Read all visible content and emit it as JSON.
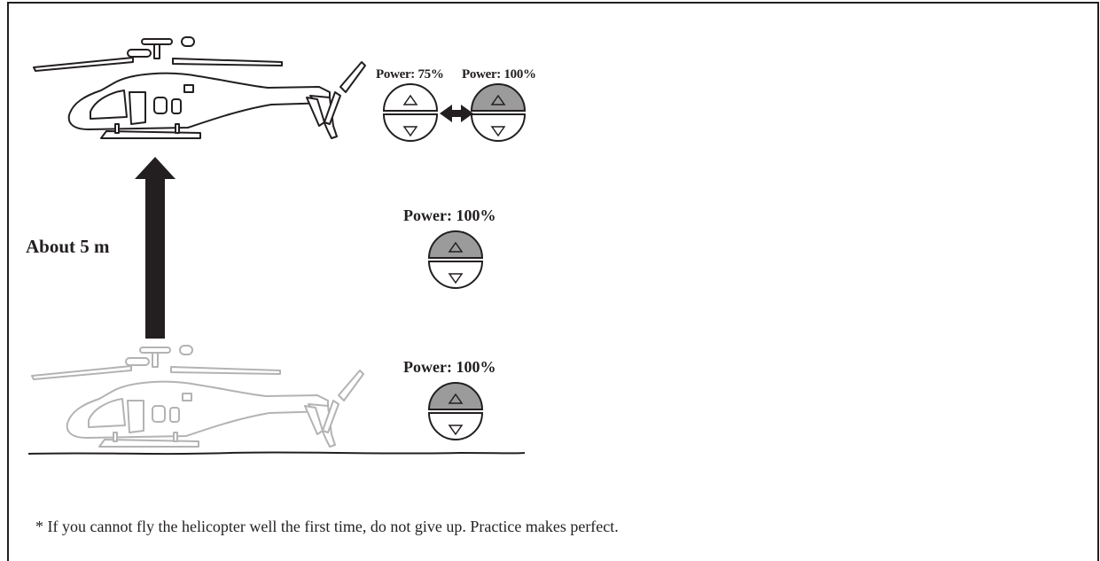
{
  "labels": {
    "power_low_top": "Power: 75%",
    "power_high_top": "Power: 100%",
    "power_mid": "Power: 100%",
    "power_ground": "Power: 100%",
    "height": "About 5 m"
  },
  "note": "* If you cannot fly the helicopter well the first time, do not give up. Practice makes perfect.",
  "colors": {
    "ink": "#231f20",
    "gray_ink": "#b3b3b3",
    "button_fill_active": "#9b9b9b",
    "button_fill_inactive": "#ffffff"
  },
  "icons": [
    "helicopter-icon",
    "up-arrow-icon",
    "double-arrow-icon",
    "triangle-up-icon",
    "triangle-down-icon"
  ]
}
